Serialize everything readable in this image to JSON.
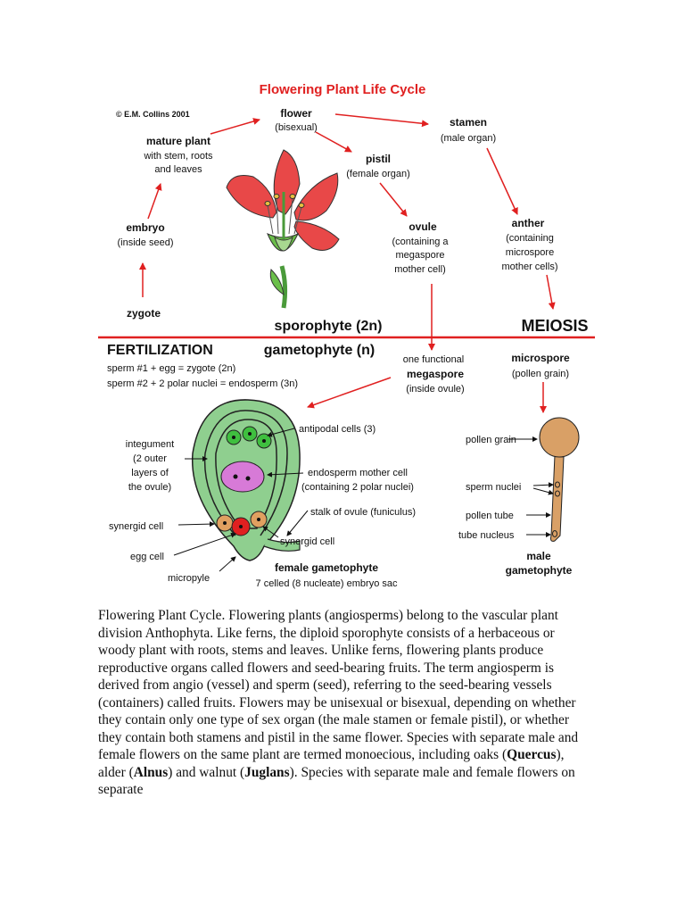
{
  "title": "Flowering Plant Life Cycle",
  "copyright": "© E.M. Collins 2001",
  "title_color": "#e02020",
  "labels": {
    "flower": "flower",
    "flower_sub": "(bisexual)",
    "stamen": "stamen",
    "stamen_sub": "(male organ)",
    "mature_plant": "mature plant",
    "mature_plant_sub1": "with stem, roots",
    "mature_plant_sub2": "and leaves",
    "pistil": "pistil",
    "pistil_sub": "(female organ)",
    "embryo": "embryo",
    "embryo_sub": "(inside seed)",
    "ovule": "ovule",
    "ovule_sub1": "(containing a",
    "ovule_sub2": "megaspore",
    "ovule_sub3": "mother cell)",
    "anther": "anther",
    "anther_sub1": "(containing",
    "anther_sub2": "microspore",
    "anther_sub3": "mother cells)",
    "zygote": "zygote",
    "sporophyte": "sporophyte (2n)",
    "meiosis": "MEIOSIS",
    "fertilization": "FERTILIZATION",
    "gametophyte": "gametophyte (n)",
    "sperm1": "sperm #1 + egg = zygote (2n)",
    "sperm2": "sperm #2 + 2 polar nuclei = endosperm (3n)",
    "one_functional": "one functional",
    "megaspore": "megaspore",
    "inside_ovule": "(inside ovule)",
    "microspore": "microspore",
    "pollen_grain_sub": "(pollen grain)",
    "antipodal": "antipodal cells (3)",
    "integument1": "integument",
    "integument2": "(2 outer",
    "integument3": "layers of",
    "integument4": "the ovule)",
    "endosperm1": "endosperm mother cell",
    "endosperm2": "(containing 2 polar nuclei)",
    "stalk": "stalk of ovule (funiculus)",
    "synergid_left": "synergid cell",
    "synergid_right": "synergid cell",
    "egg_cell": "egg cell",
    "micropyle": "micropyle",
    "female_gametophyte": "female gametophyte",
    "embryo_sac": "7 celled (8 nucleate) embryo sac",
    "pollen_grain": "pollen grain",
    "sperm_nuclei": "sperm nuclei",
    "pollen_tube": "pollen tube",
    "tube_nucleus": "tube nucleus",
    "male": "male",
    "male_gametophyte": "gametophyte"
  },
  "colors": {
    "arrow": "#e02020",
    "divider": "#e02020",
    "ovule_green": "#8fcf8f",
    "antipodal_green": "#3fbf3f",
    "endosperm_purple": "#d77ad7",
    "egg_red": "#e02020",
    "synergid_tan": "#e0a060",
    "pollen_tan": "#d9a066",
    "petal_red": "#e84848",
    "stem_green": "#6bbf4a"
  },
  "caption": {
    "p1": "Flowering Plant Cycle. Flowering plants (angiosperms) belong to the vascular plant division Anthophyta. Like ferns, the diploid sporophyte consists of a herbaceous or woody plant with roots, stems and leaves. Unlike ferns, flowering plants produce reproductive organs called flowers and seed-bearing fruits. The term angiosperm is derived from angio (vessel) and sperm (seed), referring to the seed-bearing vessels (containers) called fruits. Flowers may be unisexual or bisexual, depending on whether they contain only one type of sex organ (the male stamen or female pistil), or whether they contain both stamens and pistil in the same flower. Species with separate male and female flowers on the same plant are termed monoecious, including oaks (",
    "quercus": "Quercus",
    "p2": "), alder (",
    "alnus": "Alnus",
    "p3": ") and walnut (",
    "juglans": "Juglans",
    "p4": "). Species with separate male and female flowers on separate"
  }
}
